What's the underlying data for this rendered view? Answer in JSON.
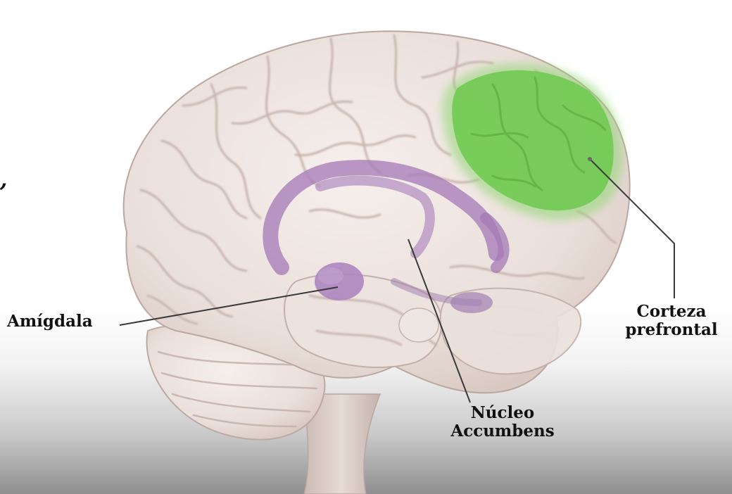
{
  "labels": {
    "amigdala": "Amígdala",
    "nucleo_line1": "Núcleo",
    "nucleo_line2": "Accumbens",
    "corteza_line1": "Corteza",
    "corteza_line2": "prefrontal"
  },
  "edge_mark": ",",
  "colors": {
    "brain_tissue": "#ece3df",
    "brain_fold_shadow": "#c9b8b3",
    "prefrontal_highlight": "#7ccf5e",
    "limbic_structures": "#a77cb7",
    "leader_line": "#3a3a3a",
    "label_text": "#111111"
  }
}
